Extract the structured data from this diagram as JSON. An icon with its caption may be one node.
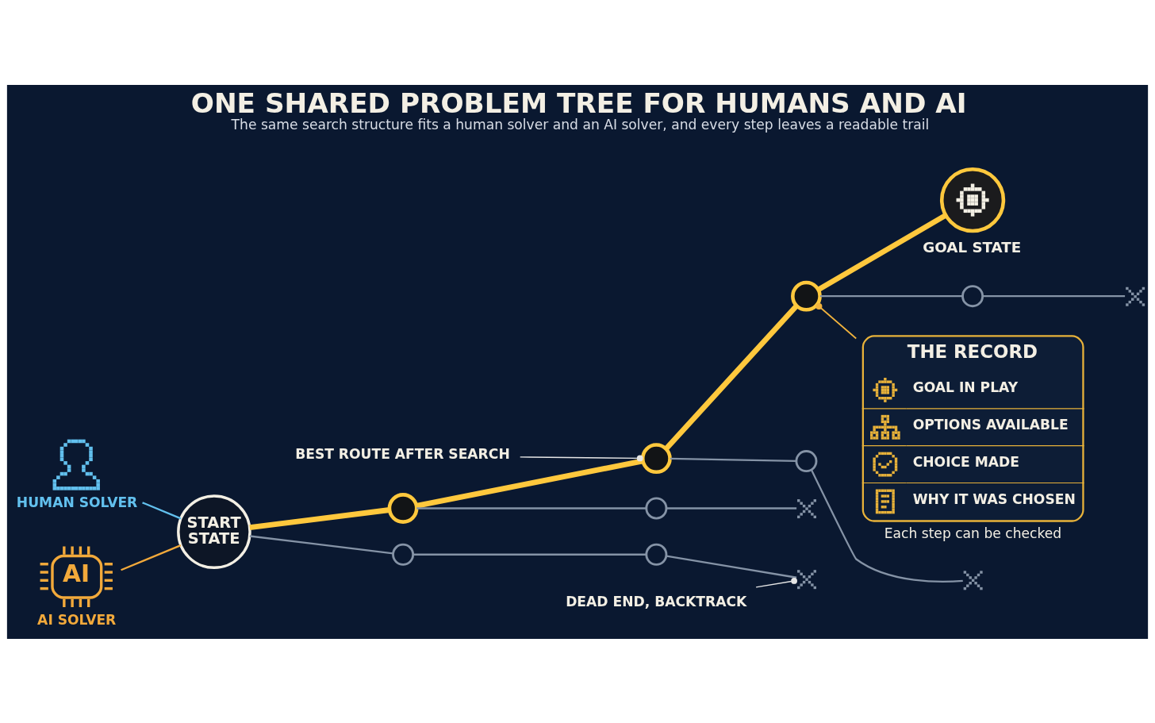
{
  "diagram": {
    "title": "ONE SHARED PROBLEM TREE FOR HUMANS AND AI",
    "caption": "The same search structure fits a human solver and an AI solver, and every step leaves a readable trail",
    "nodes": [
      {
        "text": [
          "HUMAN SOLVER"
        ]
      },
      {
        "text": [
          "AI",
          "AI SOLVER"
        ]
      },
      {
        "text": [
          "START STATE"
        ]
      },
      {
        "text": [],
        "shape": "circle"
      },
      {
        "text": [],
        "shape": "circle"
      },
      {
        "text": [],
        "shape": "circle"
      },
      {
        "text": [
          "GOAL STATE"
        ]
      },
      {
        "text": [],
        "shape": "circle"
      },
      {
        "text": [],
        "shape": "circle"
      },
      {
        "text": [],
        "shape": "cross"
      },
      {
        "text": [],
        "shape": "circle"
      },
      {
        "text": [],
        "shape": "cross"
      },
      {
        "text": [],
        "shape": "circle"
      },
      {
        "text": [],
        "shape": "cross"
      },
      {
        "text": [],
        "shape": "circle"
      },
      {
        "text": [],
        "shape": "cross"
      },
      {
        "text": [
          "BEST ROUTE AFTER SEARCH"
        ]
      },
      {
        "text": [
          "DEAD END, BACKTRACK"
        ]
      },
      {
        "text": [
          "THE RECORD",
          "GOAL IN PLAY",
          "OPTIONS AVAILABLE",
          "CHOICE MADE",
          "WHY IT WAS CHOSEN"
        ],
        "beside": [
          "Each step can be checked"
        ]
      }
    ],
    "edges": [
      {
        "from": 0,
        "to": 2,
        "arrow": "none",
        "color": "#62c0ee"
      },
      {
        "from": 1,
        "to": 2,
        "arrow": "none",
        "color": "#f2a93b"
      },
      {
        "from": 2,
        "to": 3,
        "arrow": "none",
        "style": "thick",
        "color": "#ffc83d"
      },
      {
        "from": 3,
        "to": 4,
        "arrow": "none",
        "style": "thick",
        "color": "#ffc83d"
      },
      {
        "from": 4,
        "to": 5,
        "arrow": "none",
        "style": "thick",
        "color": "#ffc83d"
      },
      {
        "from": 5,
        "to": 6,
        "arrow": "none",
        "style": "thick",
        "color": "#ffc83d"
      },
      {
        "from": 2,
        "to": 7,
        "arrow": "none"
      },
      {
        "from": 7,
        "to": 8,
        "arrow": "none"
      },
      {
        "from": 8,
        "to": 9,
        "arrow": "none"
      },
      {
        "from": 3,
        "to": 10,
        "arrow": "none"
      },
      {
        "from": 10,
        "to": 11,
        "arrow": "none"
      },
      {
        "from": 4,
        "to": 12,
        "arrow": "none"
      },
      {
        "from": 12,
        "to": 13,
        "arrow": "none"
      },
      {
        "from": 5,
        "to": 14,
        "arrow": "none"
      },
      {
        "from": 14,
        "to": 15,
        "arrow": "none"
      },
      {
        "from": 16,
        "to": 4,
        "arrow": "other",
        "color": "#e6e6e6"
      },
      {
        "from": 17,
        "to": 9,
        "arrow": "other",
        "color": "#e6e6e6"
      },
      {
        "from": 18,
        "to": 5,
        "arrow": "other",
        "color": "#f2b33d"
      }
    ]
  }
}
